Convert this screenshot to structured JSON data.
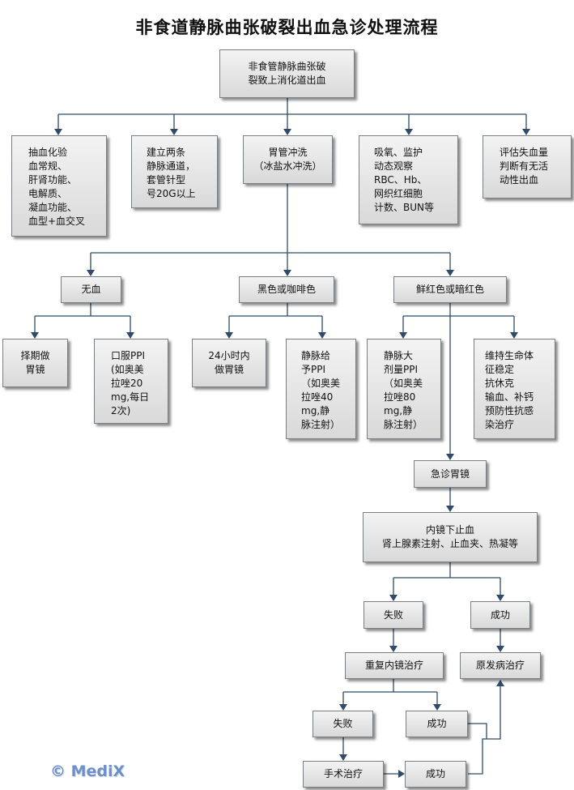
{
  "title": "非食道静脉曲张破裂出血急诊处理流程",
  "nodes": {
    "root": "非食管静脉曲张破\n裂致上消化道出血",
    "labs": "抽血化验\n血常规、\n肝肾功能、\n电解质、\n凝血功能、\n血型+血交叉",
    "iv_access": "建立两条\n静脉通道，\n套管针型\n号20G以上",
    "gastric_lavage": "胃管冲洗\n（冰盐水冲洗）",
    "oxygen_monitor": "吸氧、监护\n动态观察\nRBC、Hb、\n网织红细胞\n计数、BUN等",
    "assess_blood": "评估失血量\n判断有无活\n动性出血",
    "no_blood": "无血",
    "black_coffee": "黑色或咖啡色",
    "fresh_dark_red": "鲜红色或暗红色",
    "elective_endoscopy": "择期做\n胃镜",
    "oral_ppi": "口服PPI\n(如奥美\n拉唑20\nmg,每日\n2次)",
    "endoscopy_24h": "24小时内\n做胃镜",
    "iv_ppi": "静脉给\n予PPI\n（如奥美\n拉唑40\nmg,静\n脉注射）",
    "iv_high_ppi": "静脉大\n剂量PPI\n（如奥美\n拉唑80\nmg,静\n脉注射）",
    "vital_support": "维持生命体\n征稳定\n 抗休克\n 输血、补钙\n 预防性抗感\n染治疗",
    "emergency_endoscopy": "急诊胃镜",
    "endoscopic_hemostasis": "内镜下止血\n肾上腺素注射、止血夹、热凝等",
    "fail_1": "失败",
    "success_1": "成功",
    "repeat_endoscopy": "重复内镜治疗",
    "primary_disease": "原发病治疗",
    "fail_2": "失败",
    "success_2": "成功",
    "surgery": "手术治疗",
    "success_3": "成功"
  },
  "watermark": "© MediX",
  "colors": {
    "arrow": "#2f4a6a",
    "node_border": "#7a7f86"
  }
}
